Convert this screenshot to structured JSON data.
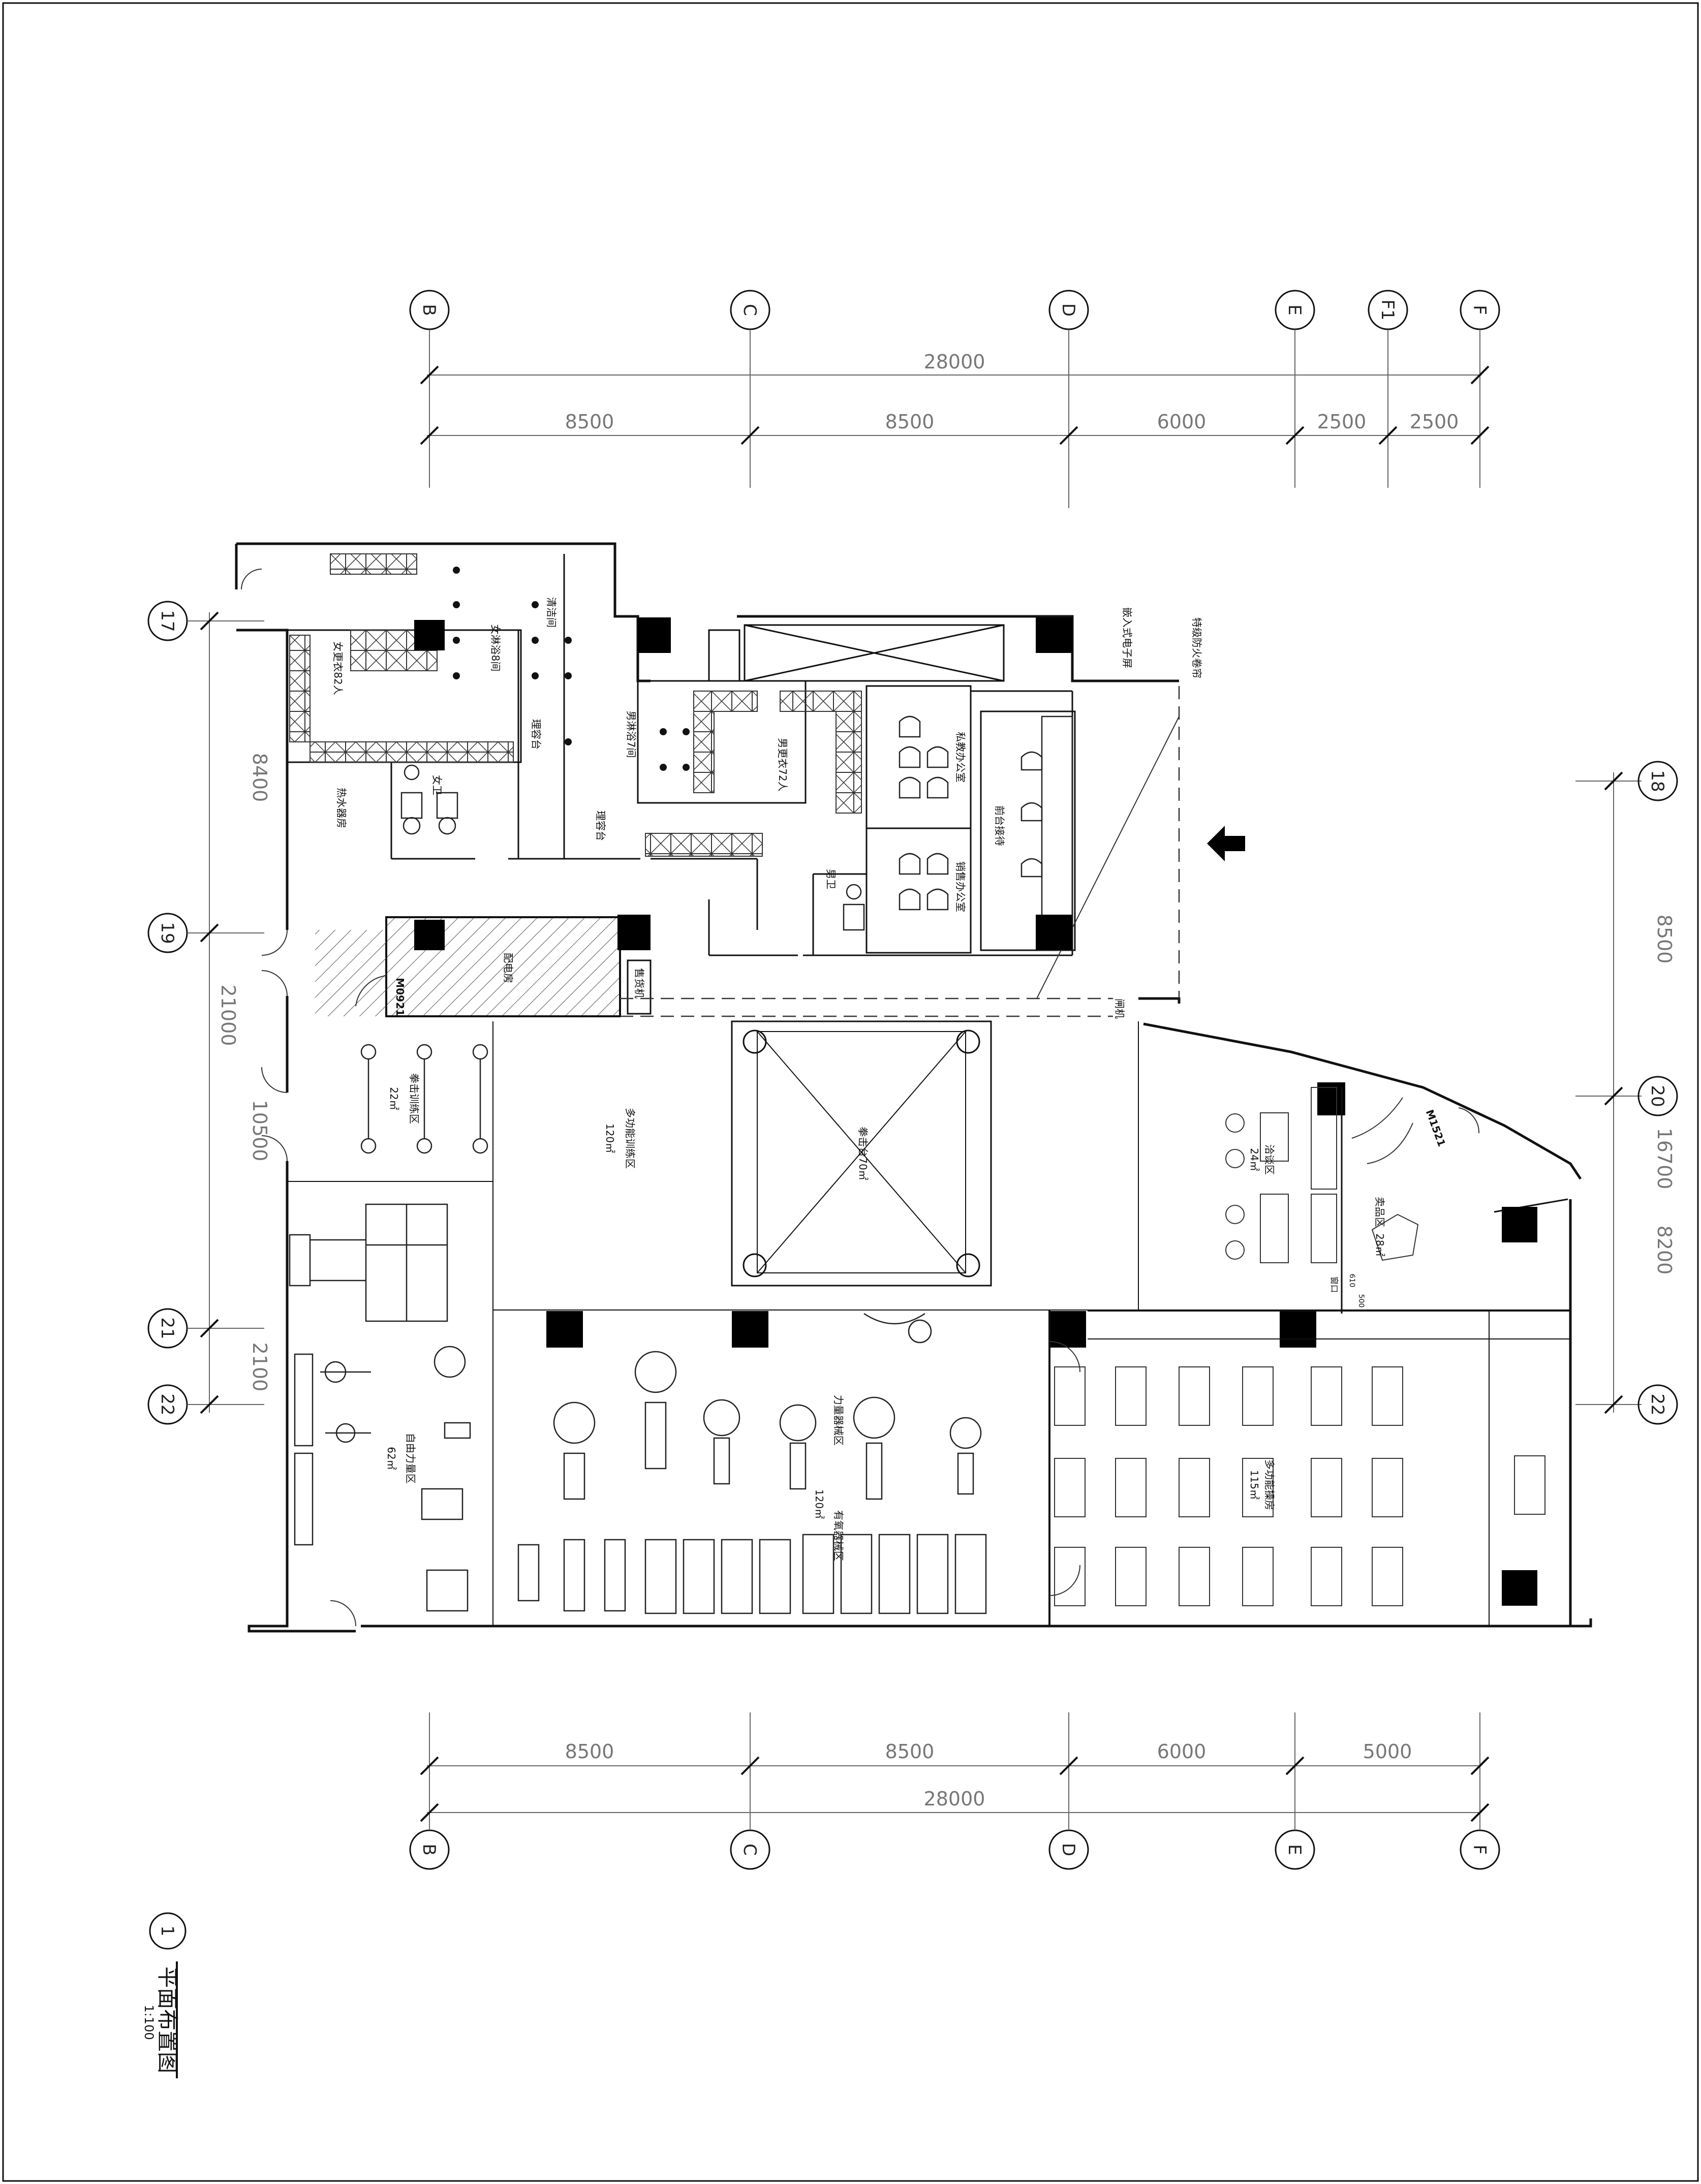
{
  "colors": {
    "line": "#111111",
    "dim_line": "#666666",
    "column_fill": "#000000",
    "background": "#ffffff"
  },
  "title_block": {
    "index": "1",
    "title": "平面布置图",
    "scale": "1:100"
  },
  "grid": {
    "columns_top": [
      "B",
      "C",
      "D",
      "E",
      "F1",
      "F"
    ],
    "columns_bottom": [
      "B",
      "C",
      "D",
      "E",
      "F"
    ],
    "rows_left": [
      "17",
      "19",
      "21",
      "22"
    ],
    "rows_right": [
      "18",
      "20",
      "22"
    ]
  },
  "dimensions": {
    "top_total": "28000",
    "top_spans": [
      "8500",
      "8500",
      "6000",
      "2500",
      "2500"
    ],
    "bottom_spans": [
      "8500",
      "8500",
      "6000",
      "5000"
    ],
    "bottom_total": "28000",
    "left_total": "21000",
    "left_spans": [
      "8400",
      "10500",
      "2100"
    ],
    "right_spans": [
      "8500",
      "16700",
      "8200"
    ]
  },
  "rooms": {
    "women_locker": "女更衣82人",
    "women_shower": "女淋浴8间",
    "cleaning": "清洁间",
    "men_shower": "男淋浴7间",
    "makeup_1": "理容台",
    "makeup_2": "理容台",
    "men_locker": "男更衣72人",
    "private_office": "私教办公室",
    "sales_office": "销售办公室",
    "front_desk": "前台接待",
    "women_wc": "女卫",
    "men_wc": "男卫",
    "water_heater": "热水器房",
    "power_room": "配电房",
    "vending": "售货机",
    "door_m1": "M0921",
    "door_m2": "M1521",
    "boxing_zone": "拳击训练区",
    "boxing_area": "22㎡",
    "multi_zone": "多功能训练区",
    "multi_area": "120㎡",
    "ring": "拳击台70㎡",
    "free_zone": "自由力量区",
    "free_area": "62㎡",
    "strength_zone": "力量器械区",
    "cardio_zone": "有氧器械区",
    "cardio_area": "120㎡",
    "lounge_zone": "洽谈区",
    "lounge_area": "24㎡",
    "retail_zone": "卖品区",
    "retail_area": "28㎡",
    "studio": "多功能操房",
    "studio_area": "115㎡",
    "window": "窗口",
    "win_610": "610",
    "win_500": "500",
    "gate": "闸机",
    "ad_screen": "嵌入式电子屏",
    "fire_shutter": "特级防火卷帘"
  }
}
